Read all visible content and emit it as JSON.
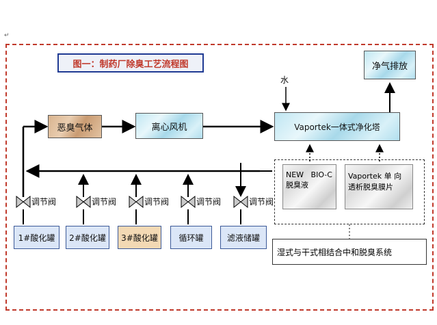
{
  "top_mark": "↵",
  "title": "图一：制药厂除臭工艺流程图",
  "nodes": {
    "odor_gas": "恶臭气体",
    "fan": "离心风机",
    "tower": "Vaportek一体式净化塔",
    "exhaust": "净气排放",
    "water": "水"
  },
  "bio_box": {
    "line1": "NEW   BIO-C",
    "line2": "脱臭液"
  },
  "membrane_box": {
    "line1": "Vaportek 单 向",
    "line2": "透析脱臭膜片"
  },
  "system_label": "湿式与干式相结合中和脱臭系统",
  "valve_label": "调节阀",
  "tanks": [
    "1#酸化罐",
    "2#酸化罐",
    "3#酸化罐",
    "循环罐",
    "滤液储罐"
  ],
  "colors": {
    "frame": "#c0392b",
    "title_text": "#c0392b",
    "title_border": "#1f3a93"
  }
}
